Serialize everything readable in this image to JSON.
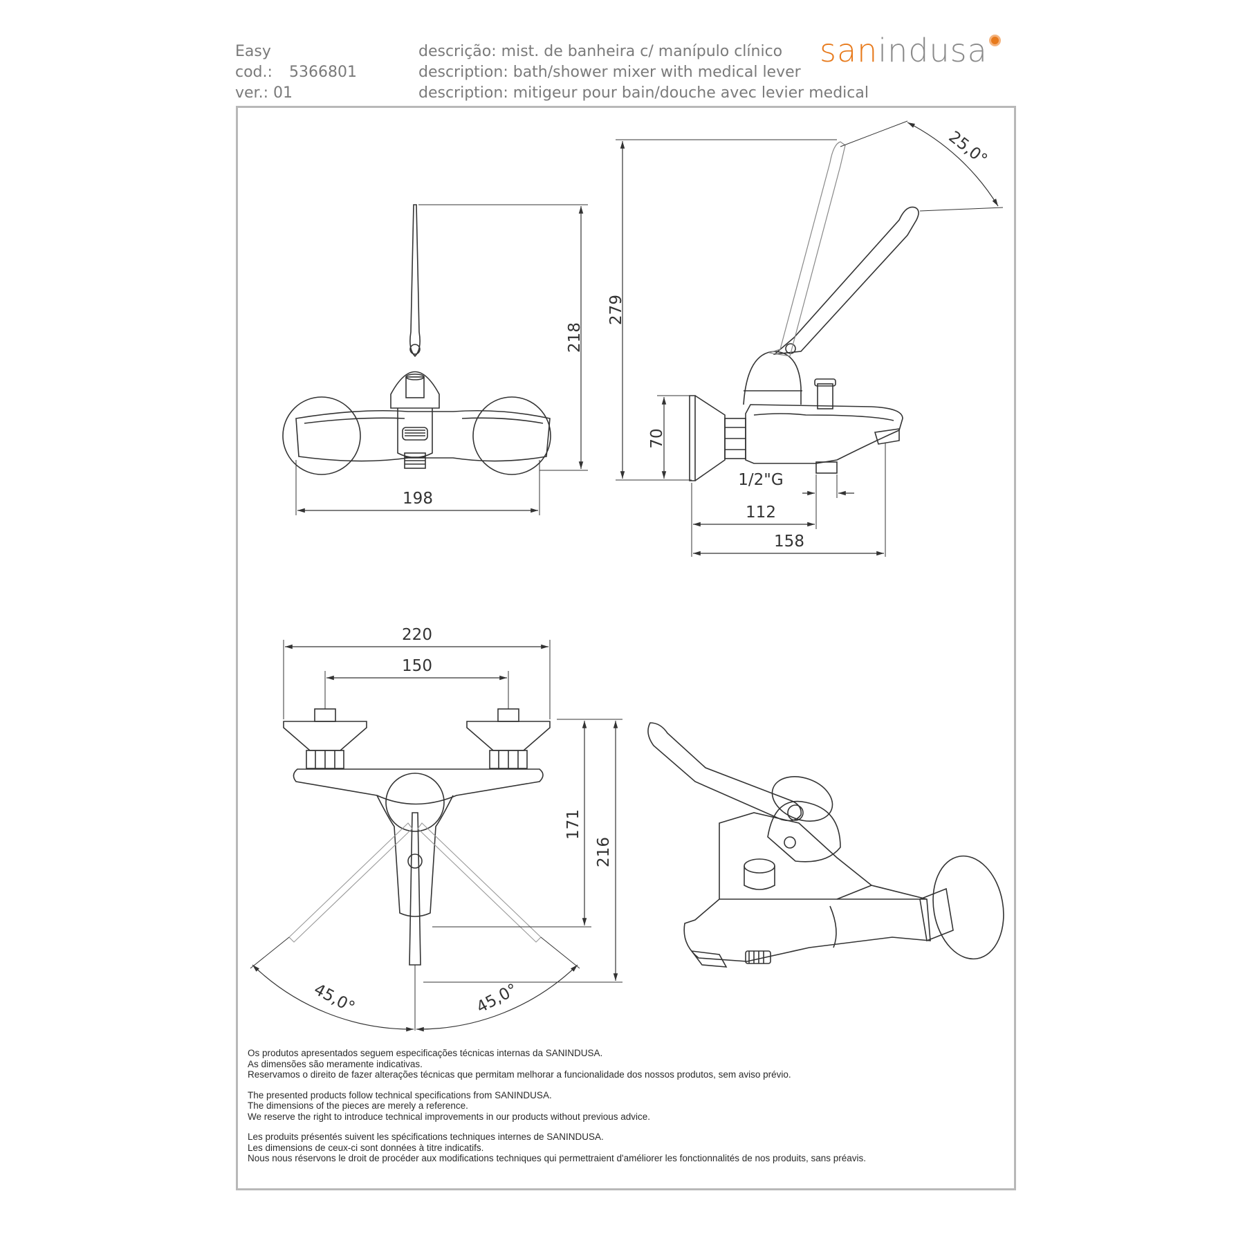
{
  "header": {
    "product": "Easy",
    "code_label": "cod.:",
    "code_value": "5366801",
    "version": "ver.: 01",
    "desc_pt": "descrição: mist. de banheira c/ manípulo clínico",
    "desc_en": "description: bath/shower mixer with medical lever",
    "desc_fr": "description: mitigeur pour bain/douche avec levier medical"
  },
  "brand": {
    "part1": "san",
    "part2": "indusa",
    "accent_color": "#e77a1c",
    "gray": "#8a8a8a"
  },
  "dimensions": {
    "front_height": "218",
    "front_width": "198",
    "side_total_height": "279",
    "side_angle": "25,0°",
    "side_body_height": "70",
    "thread": "1/2\"G",
    "side_depth_outlet": "112",
    "side_depth_total": "158",
    "top_width_total": "220",
    "top_width_centers": "150",
    "top_height_body": "171",
    "top_height_total": "216",
    "angle_left": "45,0°",
    "angle_right": "45,0°"
  },
  "notes": {
    "pt": [
      "Os produtos apresentados seguem especificações técnicas internas da SANINDUSA.",
      "As dimensões são meramente indicativas.",
      "Reservamos o direito de fazer alterações técnicas que permitam melhorar a funcionalidade dos nossos produtos, sem aviso prévio."
    ],
    "en": [
      "The presented products follow technical specifications from SANINDUSA.",
      "The dimensions of the pieces are merely a reference.",
      "We reserve the right to introduce technical improvements in our products without previous advice."
    ],
    "fr": [
      "Les produits présentés suivent les spécifications techniques internes de SANINDUSA.",
      "Les dimensions de ceux-ci sont données à titre indicatifs.",
      "Nous nous réservons le droit de procéder aux modifications techniques qui permettraient d'améliorer les fonctionnalités de nos produits, sans préavis."
    ]
  }
}
